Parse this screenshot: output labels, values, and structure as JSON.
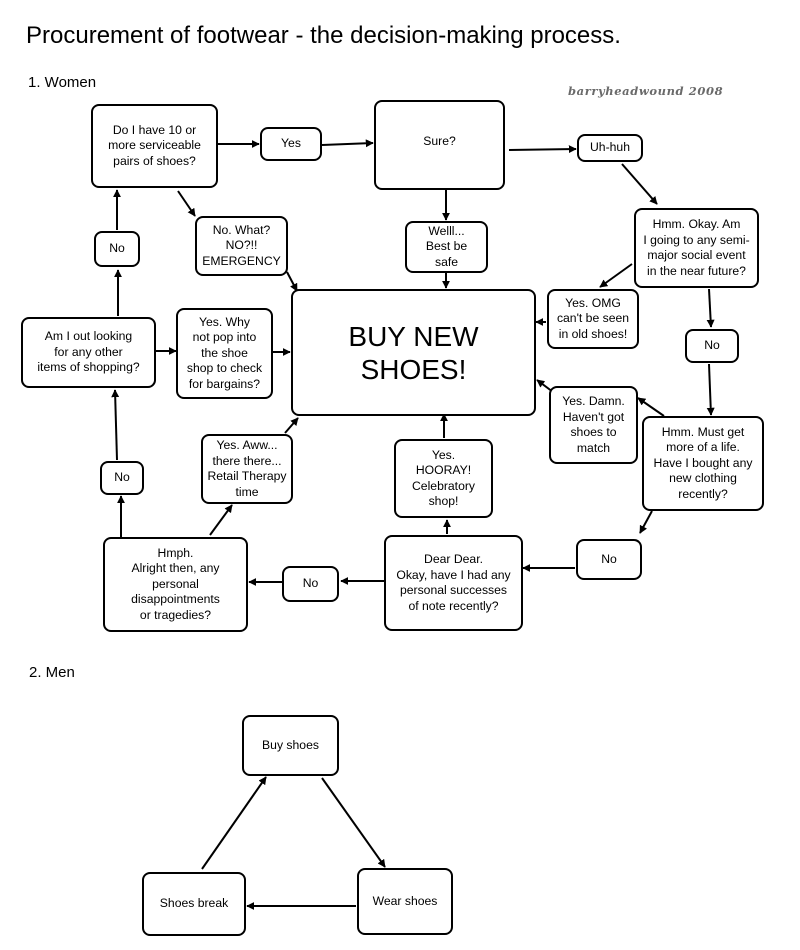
{
  "title": "Procurement of footwear - the decision-making process.",
  "credit": "barryheadwound 2008",
  "women": {
    "heading": "1. Women",
    "nodes": {
      "q_ten_pairs": "Do I have 10 or\nmore serviceable\npairs of shoes?",
      "yes1": "Yes",
      "sure": "Sure?",
      "uh_huh": "Uh-huh",
      "social_event": "Hmm.  Okay.  Am\nI going to any semi-\nmajor social event\nin the near future?",
      "yes_omg": "Yes.  OMG\ncan't be seen\nin old shoes!",
      "no_social": "No",
      "clothing": "Hmm.  Must get\nmore of a life.\nHave I bought any\nnew clothing\nrecently?",
      "yes_damn": "Yes.  Damn.\nHaven't got\nshoes to\nmatch",
      "no_clothing": "No",
      "successes": "Dear Dear.\nOkay, have I had any\npersonal successes\nof note recently?",
      "yes_hooray": "Yes.\nHOORAY!\nCelebratory\nshop!",
      "no_success": "No",
      "disappointments": "Hmph.\nAlright then, any\npersonal\ndisappointments\nor tragedies?",
      "yes_aww": "Yes. Aww...\nthere there...\nRetail Therapy\ntime",
      "no_disappoint": "No",
      "shopping": "Am I out looking\nfor any other\nitems of shopping?",
      "yes_why": "Yes. Why\nnot pop into\nthe shoe\nshop to check\nfor bargains?",
      "no_shopping": "No",
      "emergency": "No.  What?\nNO?!!\nEMERGENCY",
      "well_safe": "Welll...\nBest be\nsafe",
      "buy_new": "BUY NEW\nSHOES!"
    }
  },
  "men": {
    "heading": "2. Men",
    "nodes": {
      "buy": "Buy shoes",
      "wear": "Wear shoes",
      "break": "Shoes break"
    }
  }
}
